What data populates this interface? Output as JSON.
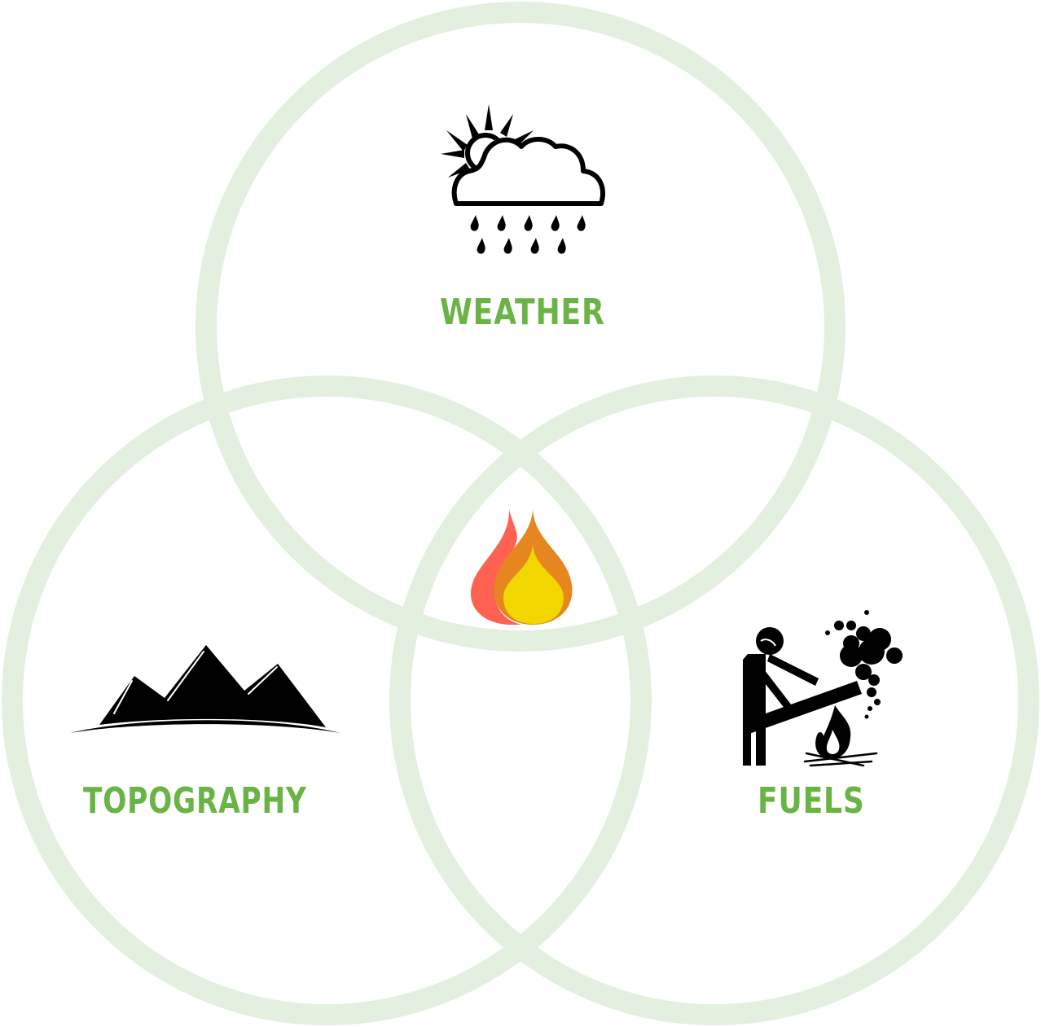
{
  "diagram": {
    "type": "venn",
    "colors": {
      "circle_stroke": "#e3f0df",
      "label_text": "#6ab445",
      "icon": "#000000",
      "flame_red": "#ff6152",
      "flame_orange": "#e5871e",
      "flame_yellow": "#f2d600",
      "background": "#ffffff"
    },
    "circles": [
      {
        "id": "weather",
        "label": "WEATHER",
        "icon": "sun-cloud-rain-icon"
      },
      {
        "id": "topography",
        "label": "TOPOGRAPHY",
        "icon": "mountains-icon"
      },
      {
        "id": "fuels",
        "label": "FUELS",
        "icon": "person-adding-log-to-fire-icon"
      }
    ],
    "center": {
      "icon": "flame-icon"
    }
  }
}
